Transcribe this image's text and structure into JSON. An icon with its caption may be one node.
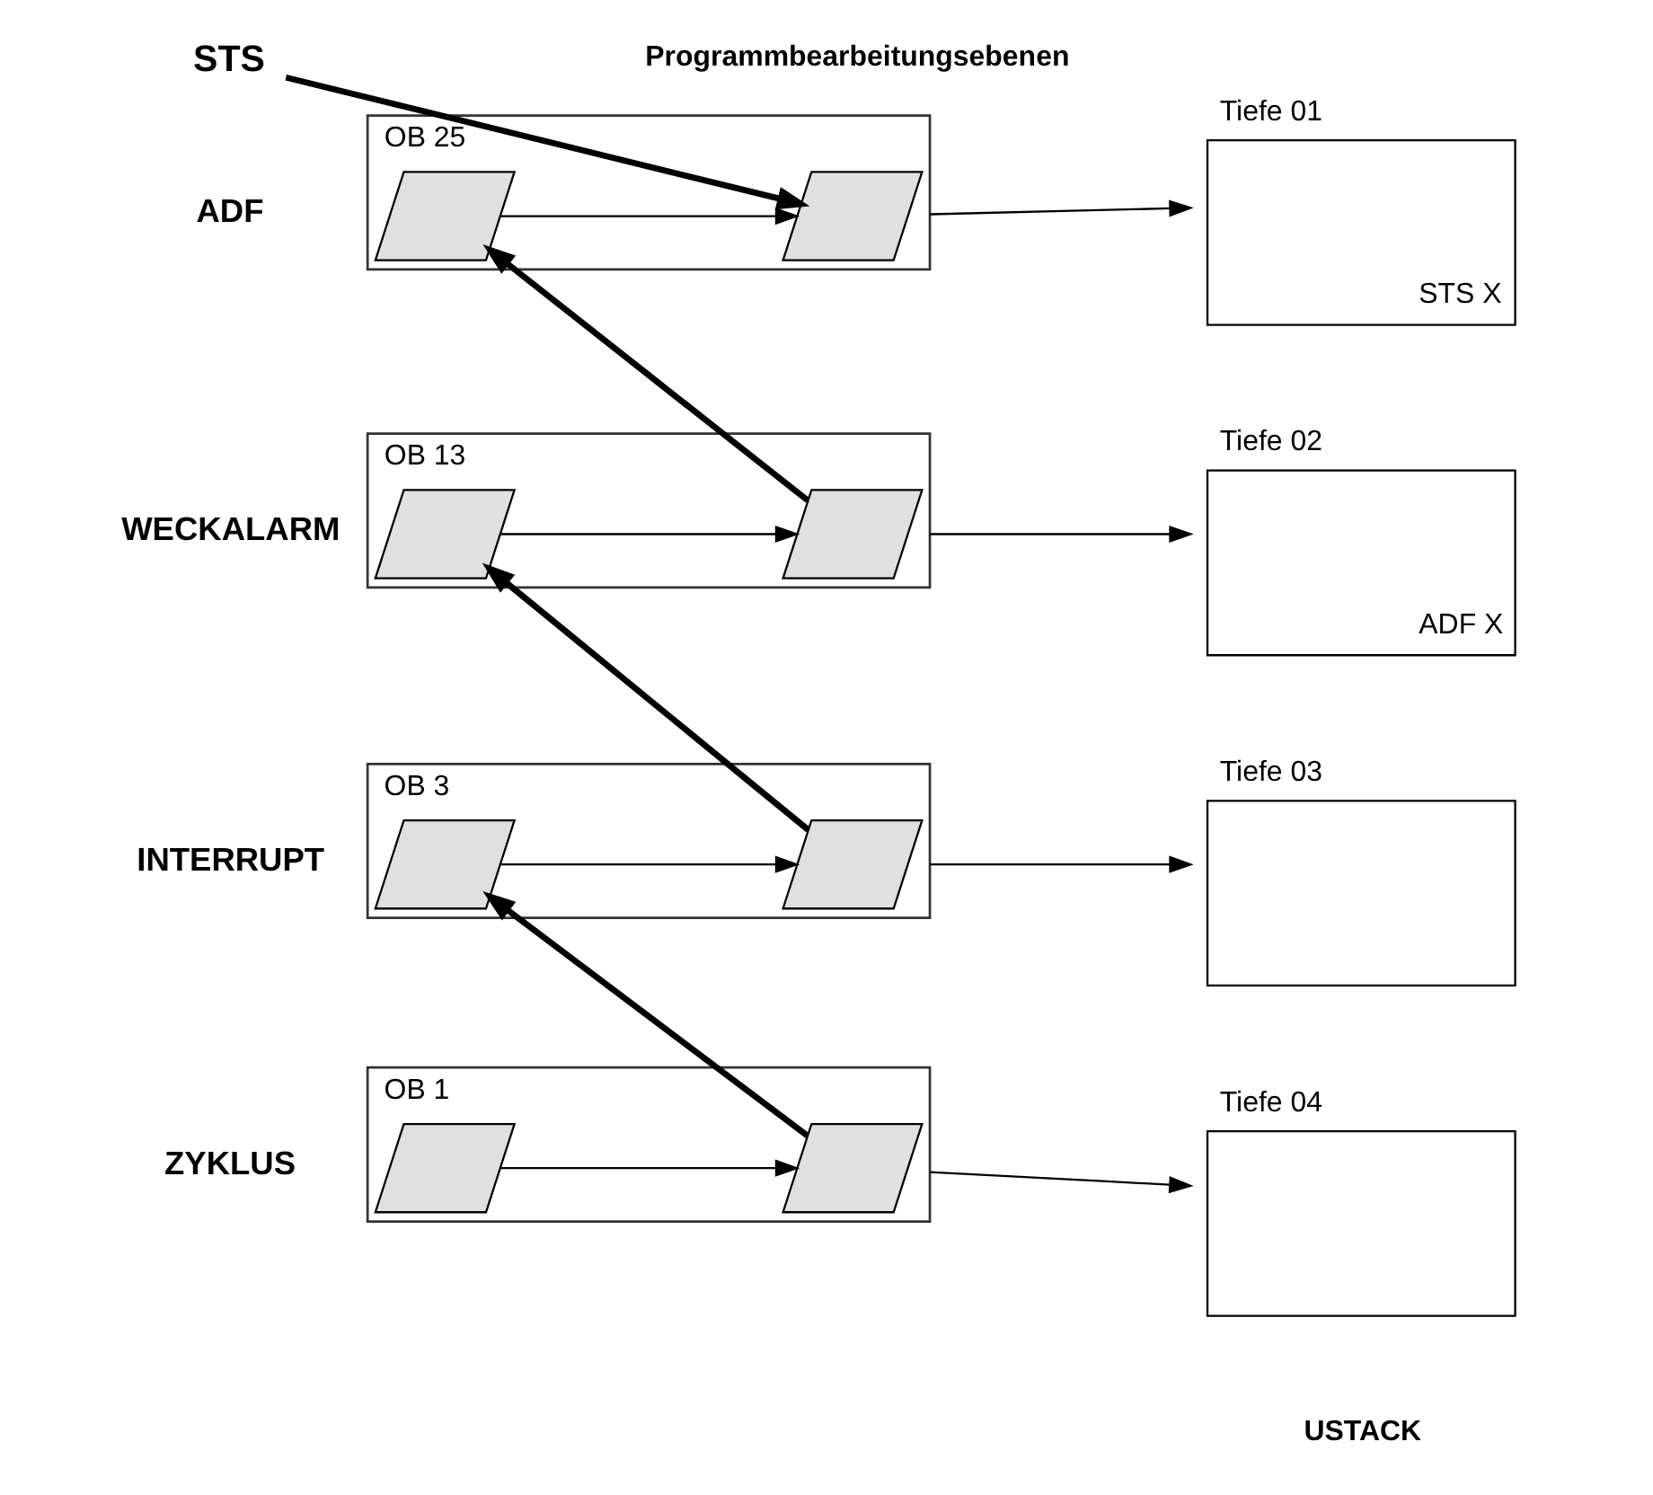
{
  "diagram": {
    "nodes": [
      {
        "text": [
          "STS"
        ]
      },
      {
        "text": [
          "OB 25"
        ],
        "beside": [
          "ADF"
        ]
      },
      {
        "text": [],
        "shape": "box",
        "in": 1
      },
      {
        "text": [],
        "shape": "box",
        "in": 1
      },
      {
        "text": [
          "Tiefe 01",
          "STS X"
        ]
      },
      {
        "text": [
          "OB 13"
        ],
        "beside": [
          "WECKALARM"
        ]
      },
      {
        "text": [],
        "shape": "box",
        "in": 5
      },
      {
        "text": [],
        "shape": "box",
        "in": 5
      },
      {
        "text": [
          "Tiefe 02",
          "ADF X"
        ]
      },
      {
        "text": [
          "OB 3"
        ],
        "beside": [
          "INTERRUPT"
        ]
      },
      {
        "text": [],
        "shape": "box",
        "in": 9
      },
      {
        "text": [],
        "shape": "box",
        "in": 9
      },
      {
        "text": [
          "Tiefe 03"
        ]
      },
      {
        "text": [
          "OB 1"
        ],
        "beside": [
          "ZYKLUS"
        ]
      },
      {
        "text": [],
        "shape": "box",
        "in": 13
      },
      {
        "text": [],
        "shape": "box",
        "in": 13
      },
      {
        "text": [
          "Tiefe 04"
        ]
      }
    ],
    "edges": [
      {
        "from": 0,
        "to": 3,
        "arrow": "to",
        "style": "thick"
      },
      {
        "from": 2,
        "to": 3,
        "arrow": "to"
      },
      {
        "from": 1,
        "to": 4,
        "arrow": "to"
      },
      {
        "from": 7,
        "to": 2,
        "arrow": "to",
        "style": "thick"
      },
      {
        "from": 6,
        "to": 7,
        "arrow": "to"
      },
      {
        "from": 5,
        "to": 8,
        "arrow": "to"
      },
      {
        "from": 11,
        "to": 6,
        "arrow": "to",
        "style": "thick"
      },
      {
        "from": 10,
        "to": 11,
        "arrow": "to"
      },
      {
        "from": 9,
        "to": 12,
        "arrow": "to"
      },
      {
        "from": 15,
        "to": 10,
        "arrow": "to",
        "style": "thick"
      },
      {
        "from": 14,
        "to": 15,
        "arrow": "to"
      },
      {
        "from": 13,
        "to": 16,
        "arrow": "to"
      }
    ],
    "labels": [
      "Programmbearbeitungsebenen",
      "USTACK"
    ]
  }
}
